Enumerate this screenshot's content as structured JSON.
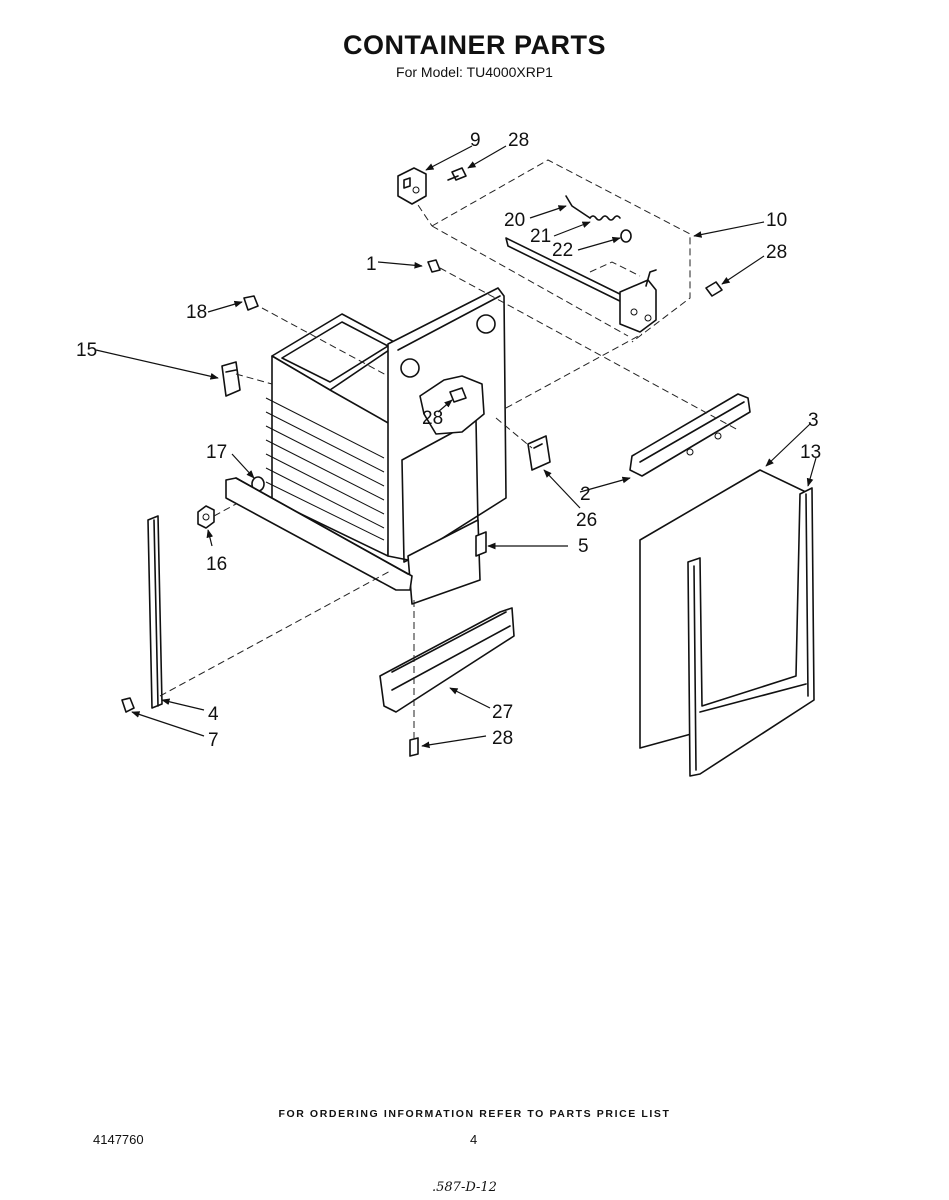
{
  "page": {
    "title": "CONTAINER PARTS",
    "subtitle": "For Model: TU4000XRP1",
    "footer_note": "FOR ORDERING INFORMATION REFER TO PARTS PRICE LIST",
    "doc_number": "4147760",
    "page_number": "4",
    "handwritten_note": ".587-D-12"
  },
  "callouts": [
    "9",
    "28",
    "20",
    "21",
    "22",
    "10",
    "28",
    "1",
    "18",
    "15",
    "28",
    "3",
    "13",
    "17",
    "2",
    "26",
    "5",
    "16",
    "4",
    "7",
    "27",
    "28"
  ]
}
